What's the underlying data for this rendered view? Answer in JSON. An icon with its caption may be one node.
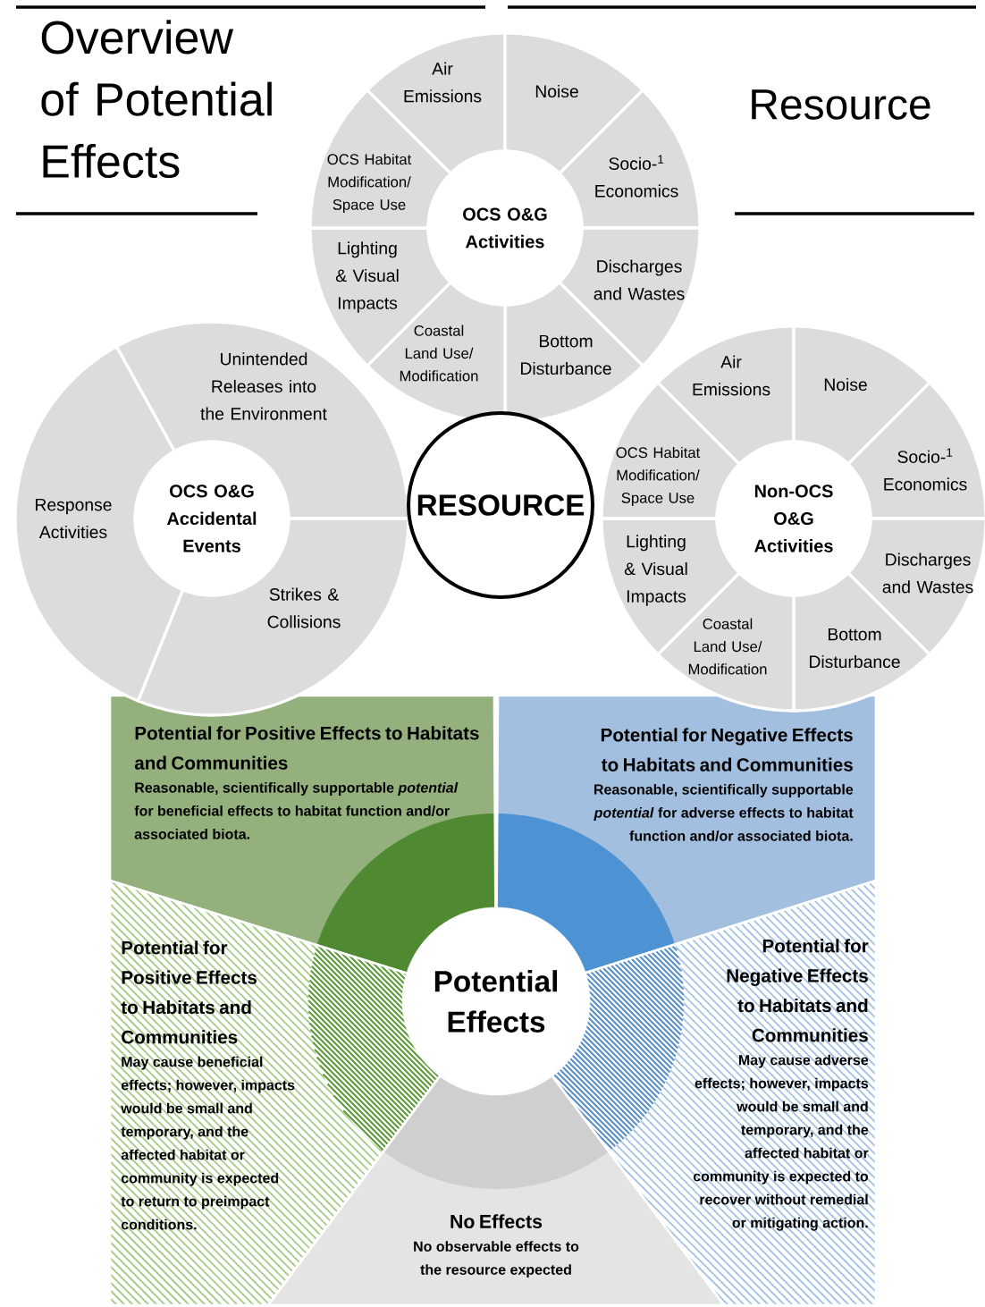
{
  "diagram": {
    "title": "Overview of Potential Effects",
    "nodes": [
      {
        "text": [
          "OCS O&G Activities"
        ]
      },
      {
        "text": [
          "Air Emissions"
        ]
      },
      {
        "text": [
          "Noise"
        ]
      },
      {
        "text": [
          "Socio-$^{1}$ Economics"
        ]
      },
      {
        "text": [
          "Discharges and Wastes"
        ]
      },
      {
        "text": [
          "Bottom Disturbance"
        ]
      },
      {
        "text": [
          "Coastal Land Use/ Modification"
        ]
      },
      {
        "text": [
          "Lighting & Visual Impacts"
        ]
      },
      {
        "text": [
          "OCS Habitat Modification/ Space Use"
        ]
      },
      {
        "text": [
          "OCS O&G Accidental Events"
        ]
      },
      {
        "text": [
          "Unintended Releases into the Environment"
        ]
      },
      {
        "text": [
          "Response Activities"
        ]
      },
      {
        "text": [
          "Strikes & Collisions"
        ]
      },
      {
        "text": [
          "RESOURCE"
        ]
      },
      {
        "text": [
          "Non-OCS O&G Activities"
        ]
      },
      {
        "text": [
          "Air Emissions"
        ]
      },
      {
        "text": [
          "Noise"
        ]
      },
      {
        "text": [
          "Socio-$^{1}$ Economics"
        ]
      },
      {
        "text": [
          "Discharges and Wastes"
        ]
      },
      {
        "text": [
          "Bottom Disturbance"
        ]
      },
      {
        "text": [
          "Coastal Land Use/ Modification"
        ]
      },
      {
        "text": [
          "Lighting & Visual Impacts"
        ]
      },
      {
        "text": [
          "OCS Habitat Modification/ Space Use"
        ]
      },
      {
        "text": [
          "Potential Effects"
        ]
      },
      {
        "text": [
          "Potential for Positive Effects to Habitats and Communities",
          "Reasonable, scientifically supportable *potential* for beneficial effects to habitat function and/or associated biota."
        ]
      },
      {
        "text": [
          "Potential for Negative Effects to Habitats and Communities",
          "Reasonable, scientifically supportable *potential* for adverse effects to habitat function and/or associated biota."
        ]
      },
      {
        "text": [
          "Potential for Positive Effects to Habitats and Communities",
          "May cause beneficial effects; however, impacts would be small and temporary, and the affected habitat or community is expected to return to preimpact conditions."
        ]
      },
      {
        "text": [
          "Potential for Negative Effects to Habitats and Communities",
          "May cause adverse effects; however, impacts would be small and temporary, and the affected habitat or community is expected to recover without remedial or mitigating action."
        ]
      },
      {
        "text": [
          "No Effects",
          "No observable effects to the resource expected"
        ]
      }
    ],
    "labels": [
      "Resource"
    ]
  }
}
